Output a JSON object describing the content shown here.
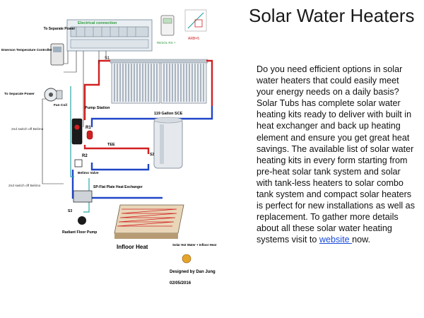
{
  "page": {
    "title": "Solar Water Heaters",
    "body_before_link": "Do you need efficient options in solar water heaters that could easily meet your energy needs on a daily basis? Solar Tubs has complete solar water heating kits ready to deliver with built in heat exchanger and back up heating element and ensure you get great heat savings. The available list of solar water heating kits in every form starting from pre-heat solar tank system and solar with tank-less heaters to solar combo tank system and compact solar heaters is perfect for new installations as well as replacement. To gather more details about all these solar water heating systems visit to ",
    "link_text": "website ",
    "body_after_link": " now."
  },
  "diagram": {
    "electrical_connection": "Electrical connection",
    "to_separate_power_top": "To Separate Power",
    "emerson": "Emerson Temperature Controller",
    "to_separate_power_left": "To Separate Power",
    "fan_coil": "Fan Coil",
    "switch_off_1": "2nd switch off Belimo",
    "switch_off_2": "2nd switch off Belimo",
    "pump_station": "Pump Station",
    "r1": "R1",
    "tee": "TEE",
    "r2": "R2",
    "belimo_valve": "Belimo Valve",
    "tank": "119 Gallon SCE",
    "s1": "S1",
    "s2": "S2",
    "s3": "S3",
    "flat_plate": "SP-Flat Plate Heat Exchanger",
    "radiant_pump": "Radiant Floor Pump",
    "infloor_heat": "Infloor Heat",
    "solar_hot_water": "Solar Hot Water + Infloor Heat",
    "designed_by": "Designed by Dan Jung",
    "date": "02/05/2016",
    "arb": "ARB=5",
    "resol": "RESOL RS +",
    "colors": {
      "hot": "#d22020",
      "cold": "#1f45c8",
      "teal": "#2aa6a6",
      "green_label": "#2c9c3c"
    }
  }
}
